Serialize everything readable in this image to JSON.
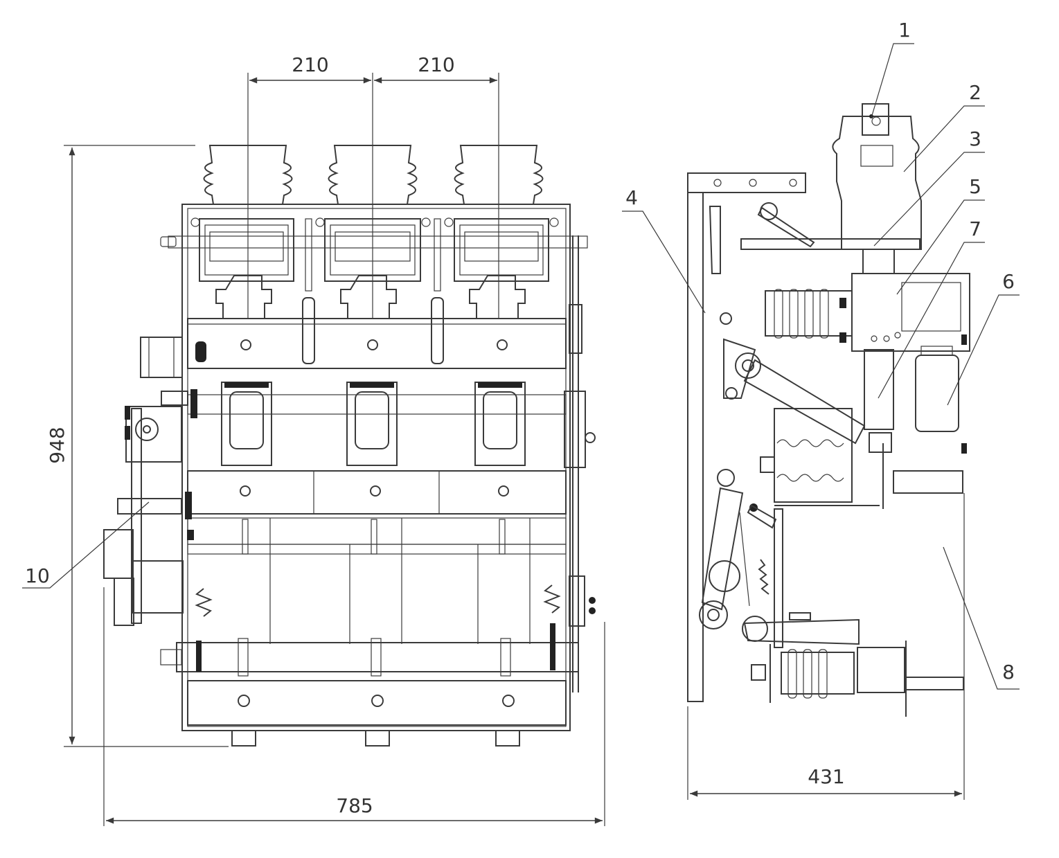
{
  "dimensions": {
    "pitch_left": "210",
    "pitch_right": "210",
    "height": "948",
    "width_front": "785",
    "width_side": "431"
  },
  "callouts": [
    "1",
    "2",
    "3",
    "4",
    "5",
    "6",
    "7",
    "8",
    "10"
  ],
  "colors": {
    "line": "#3a3a3a",
    "fill_dark": "#222222",
    "background": "#ffffff"
  }
}
